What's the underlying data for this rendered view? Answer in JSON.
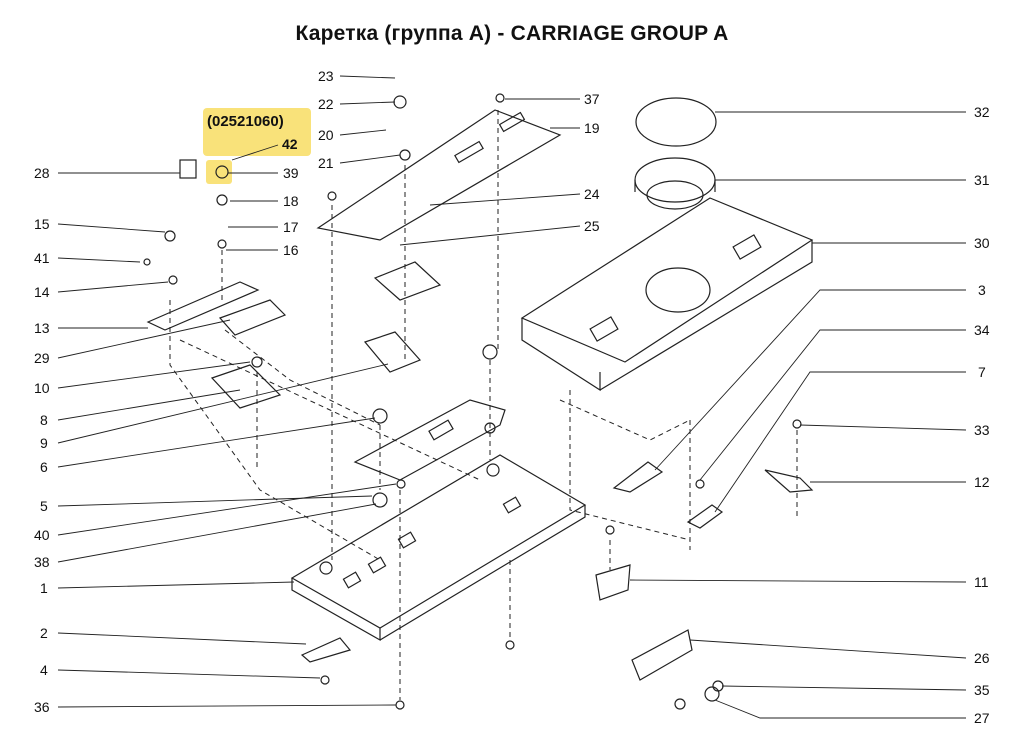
{
  "title": "Каретка (группа A) - CARRIAGE GROUP A",
  "highlight": {
    "part_code": "(02521060)",
    "part_number": "42"
  },
  "labels_left": [
    "28",
    "15",
    "41",
    "14",
    "13",
    "29",
    "10",
    "8",
    "9",
    "6",
    "5",
    "40",
    "38",
    "1",
    "2",
    "4",
    "36"
  ],
  "labels_center": [
    "23",
    "22",
    "20",
    "21",
    "18",
    "17",
    "16",
    "39"
  ],
  "labels_middle": [
    "37",
    "19",
    "24",
    "25"
  ],
  "labels_right": [
    "32",
    "31",
    "30",
    "3",
    "34",
    "7",
    "33",
    "12",
    "11",
    "26",
    "35",
    "27"
  ],
  "colors": {
    "highlight": "#f9e27a",
    "lines": "#222222"
  }
}
